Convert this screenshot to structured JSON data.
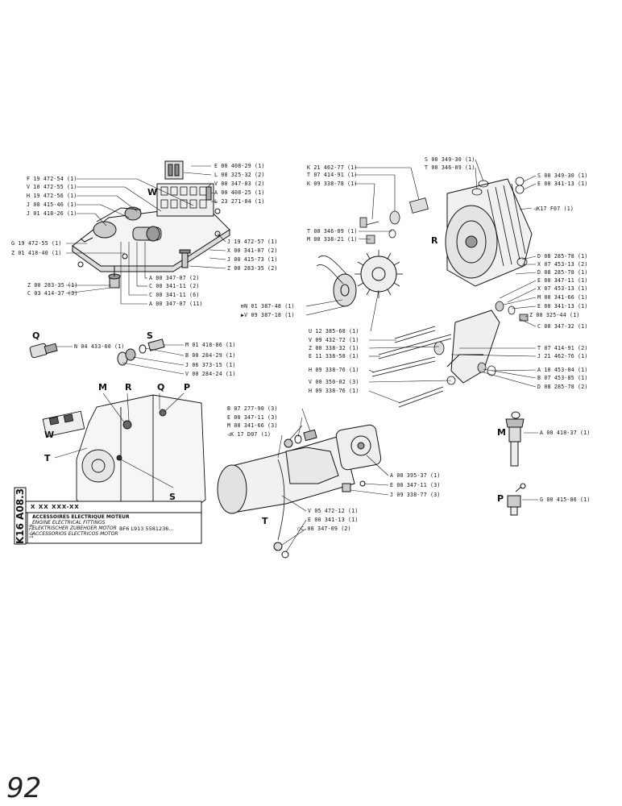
{
  "page_number": "92",
  "title_block": {
    "code_box": "X XX XXX-XX",
    "lines": [
      "ACCESSOIRES ELECTRIQUE MOTEUR",
      "ENGINE ELECTRICAL FITTINGS",
      "ELEKTRISCHER ZUBEHOER MOTOR",
      "ACCESSORIOS ELECTRICOS MOTOR"
    ],
    "model": "BF6 L913 5581236...",
    "date": "10-79",
    "code_vertical": "K16 A08.3"
  },
  "view_letters": {
    "W_top": "W",
    "R_right": "R",
    "Q": "Q",
    "S": "S",
    "M_engine": "M",
    "R_engine": "R",
    "Q_engine": "Q",
    "P_engine": "P",
    "W_engine": "W",
    "T_engine": "T",
    "S_engine": "S",
    "T_starter": "T",
    "M_detail": "M",
    "P_detail": "P"
  },
  "callouts": {
    "top_left_left": [
      "F 19 472-54 (1)",
      "V 10 472-55 (1)",
      "H 19 472-56 (1)",
      "J 00 415-46 (1)",
      "J 01 418-26 (1)"
    ],
    "top_left_lower": [
      "G 19 472-55 (1)",
      "Z 01 418-40 (1)"
    ],
    "top_left_bottom": [
      "Z 00 283-35 (1)",
      "C 03 414-37 (3)"
    ],
    "top_center_right": [
      "E 00 408-29 (1)",
      "L 00 325-32 (2)",
      "V 00 347-03 (2)",
      "A 00 408-25 (1)",
      "L 23 271-04 (1)"
    ],
    "top_center_right2": [
      "J 19 472-57 (1)",
      "X 00 341-07 (2)",
      "J 00 415-73 (1)",
      "Z 00 283-35 (2)"
    ],
    "top_center_bottom": [
      "A 00 347-07 (2)",
      "C 00 341-11 (2)",
      "C 00 341-11 (6)",
      "A 00 347-07 (11)"
    ],
    "q_group": [
      "N 04 433-60 (1)"
    ],
    "s_group": [
      "M 01 418-06 (1)",
      "B 00 284-29 (1)",
      "J 06 373-15 (1)",
      "V 00 284-24 (1)"
    ],
    "alt_left_top": [
      "K 21 462-77 (1)",
      "T 07 414-91 (1)",
      "K 09 338-78 (1)"
    ],
    "alt_top": [
      "S 00 349-30 (1)",
      "T 00 346-09 (1)"
    ],
    "alt_right_top": [
      "S 00 349-30 (1)",
      "E 00 341-13 (1)"
    ],
    "alt_ref": "K17 F07 (1)",
    "alt_left_mid": [
      "T 00 346-09 (1)",
      "M 00 338-21 (1)"
    ],
    "alt_right": [
      "D 08 285-78 (1)",
      "X 07 453-13 (2)",
      "D 08 285-78 (1)",
      "E 00 347-11 (1)",
      "X 07 453-13 (1)",
      "M 00 341-66 (1)",
      "E 00 341-13 (1)",
      "Z 00 325-44 (1)",
      "C 00 347-32 (1)"
    ],
    "pulley": [
      "N 01 387-48 (1)",
      "V 09 387-18 (1)"
    ],
    "alt_bottom_left": [
      "U 12 385-68 (1)",
      "V 09 432-72 (1)",
      "Z 00 338-32 (1)",
      "E 11 338-58 (1)",
      "H 09 338-76 (1)",
      "V 00 350-02 (3)",
      "H 09 338-76 (1)"
    ],
    "alt_bottom_right": [
      "T 07 414-91 (2)",
      "J 21 462-76 (1)",
      "A 10 453-04 (1)",
      "B 07 453-85 (1)",
      "D 08 285-78 (2)"
    ],
    "starter_top": [
      "B 07 277-90 (3)",
      "E 00 347-11 (3)",
      "M 00 341-66 (3)",
      "K 17 D07 (1)"
    ],
    "starter_right": [
      "A 00 395-37 (1)",
      "E 00 347-11 (3)",
      "J 09 338-77 (3)"
    ],
    "starter_bottom": [
      "V 05 472-12 (1)",
      "E 00 341-13 (1)",
      "C 00 347-09 (2)"
    ],
    "m_detail": "A 00 418-37 (1)",
    "p_detail": "G 00 415-06 (1)"
  }
}
